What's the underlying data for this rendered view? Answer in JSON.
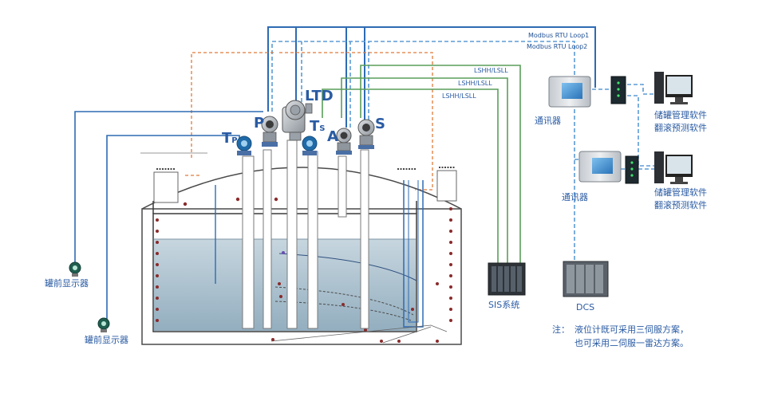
{
  "loops": {
    "loop1": "Modbus RTU Loop1",
    "loop2": "Modbus RTU Loop2"
  },
  "alarm_lines": [
    "LSHH/LSLL",
    "LSHH/LSLL",
    "LSHH/LSLL"
  ],
  "instruments": {
    "ltd": "LTD",
    "p": "P",
    "tp_main": "T",
    "tp_sub": "P",
    "ts_main": "T",
    "ts_sub": "S",
    "a": "A",
    "s": "S"
  },
  "devices": {
    "comm_upper": "通讯器",
    "comm_lower": "通讯器",
    "software_upper": [
      "储罐管理软件",
      "翻滚预测软件"
    ],
    "software_lower": [
      "储罐管理软件",
      "翻滚预测软件"
    ],
    "sis": "SIS系统",
    "dcs": "DCS",
    "display_upper": "罐前显示器",
    "display_lower": "罐前显示器"
  },
  "note": {
    "prefix": "注：",
    "line1": "液位计既可采用三伺服方案，",
    "line2": "也可采用二伺服一雷达方案。"
  },
  "colors": {
    "modbus_loop": "#2e6bb3",
    "modbus_dashed": "#5b9bd5",
    "orange_dashed": "#e07b39",
    "alarm_line": "#5a9e5a",
    "label_text": "#2a5ba3",
    "liquid": "#9fb7c6"
  }
}
